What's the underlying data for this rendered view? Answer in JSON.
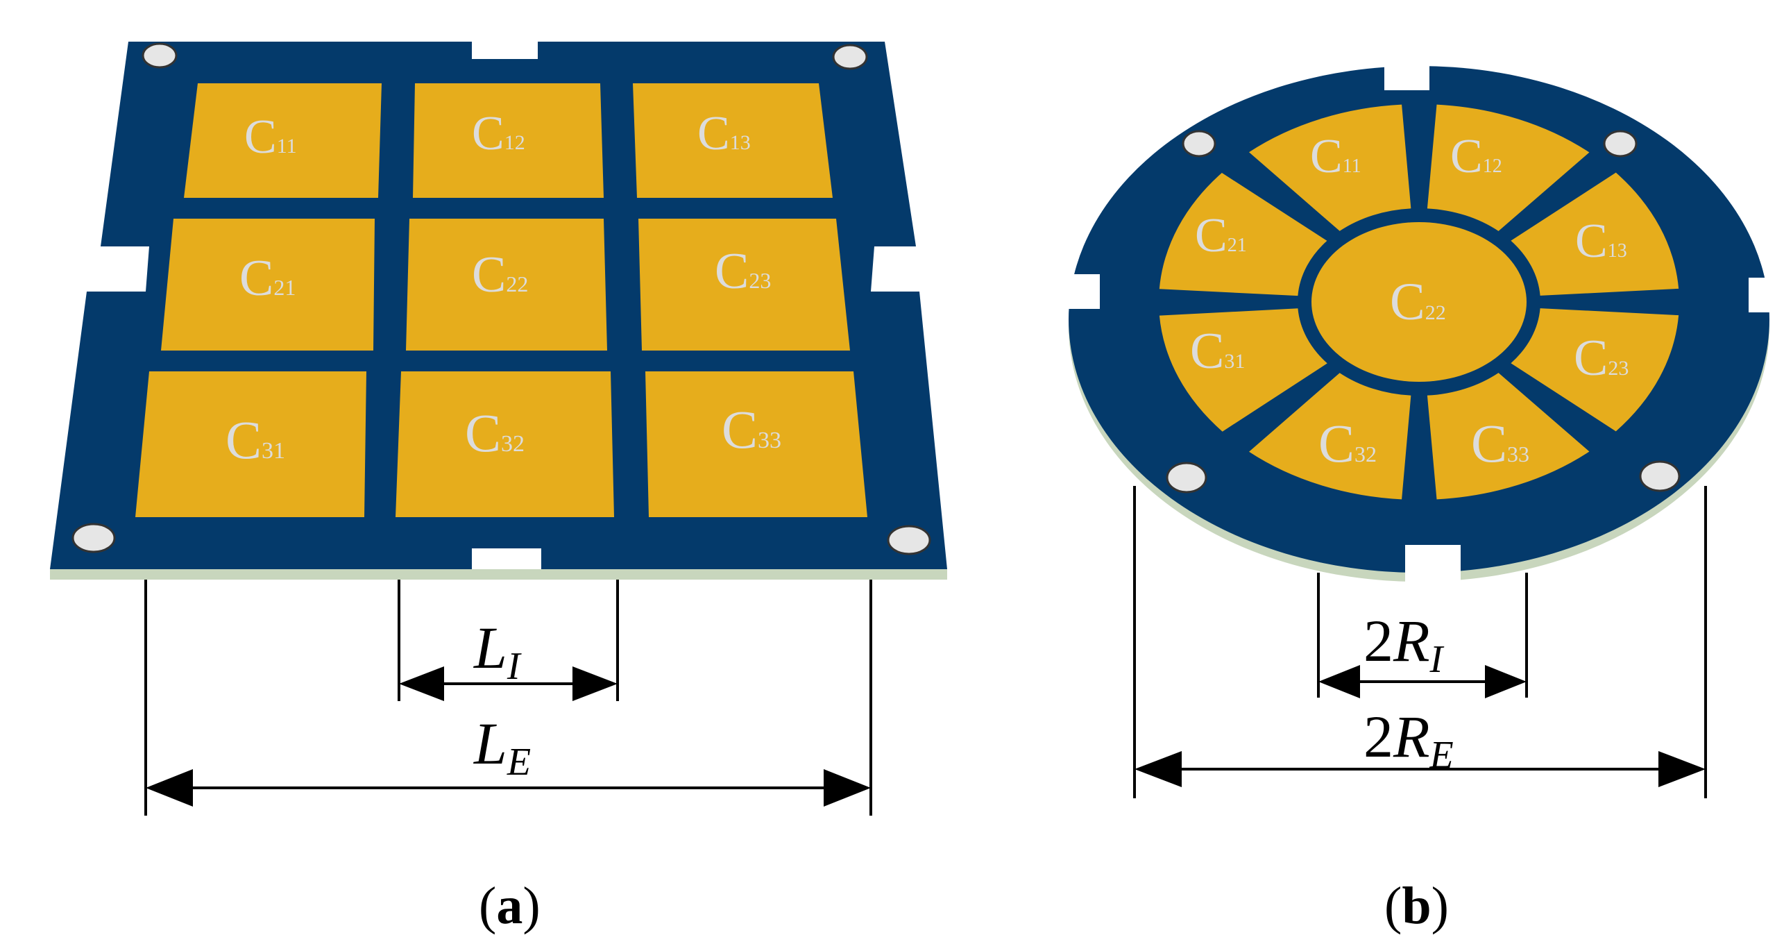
{
  "panel_a": {
    "caption_open": "(",
    "caption_letter": "a",
    "caption_close": ")",
    "pads": [
      {
        "main": "C",
        "sub": "11"
      },
      {
        "main": "C",
        "sub": "12"
      },
      {
        "main": "C",
        "sub": "13"
      },
      {
        "main": "C",
        "sub": "21"
      },
      {
        "main": "C",
        "sub": "22"
      },
      {
        "main": "C",
        "sub": "23"
      },
      {
        "main": "C",
        "sub": "31"
      },
      {
        "main": "C",
        "sub": "32"
      },
      {
        "main": "C",
        "sub": "33"
      }
    ],
    "dim_inner": {
      "main": "L",
      "sub": "I"
    },
    "dim_outer": {
      "main": "L",
      "sub": "E"
    }
  },
  "panel_b": {
    "caption_open": "(",
    "caption_letter": "b",
    "caption_close": ")",
    "center_pad": {
      "main": "C",
      "sub": "22"
    },
    "sector_pads": [
      {
        "main": "C",
        "sub": "11"
      },
      {
        "main": "C",
        "sub": "12"
      },
      {
        "main": "C",
        "sub": "13"
      },
      {
        "main": "C",
        "sub": "23"
      },
      {
        "main": "C",
        "sub": "33"
      },
      {
        "main": "C",
        "sub": "32"
      },
      {
        "main": "C",
        "sub": "31"
      },
      {
        "main": "C",
        "sub": "21"
      }
    ],
    "dim_inner": {
      "prefix": "2",
      "main": "R",
      "sub": "I"
    },
    "dim_outer": {
      "prefix": "2",
      "main": "R",
      "sub": "E"
    }
  },
  "colors": {
    "board": "#043a6b",
    "pad": "#e6ad1c",
    "pad_text": "#dcdcdc",
    "substrate_edge": "#c8d6bd",
    "dimension_line": "#000000"
  }
}
